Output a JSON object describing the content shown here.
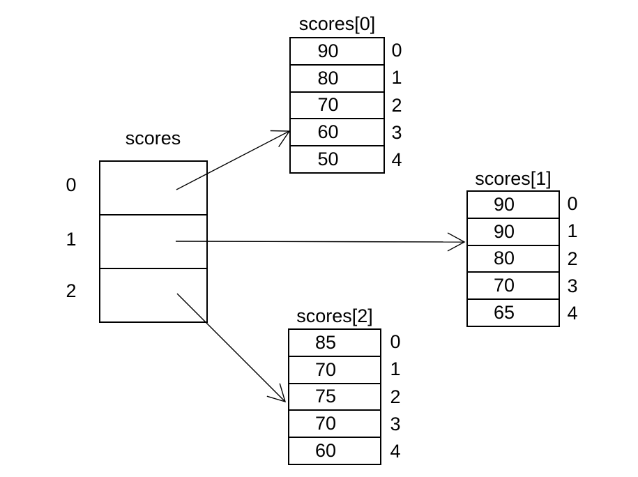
{
  "diagram": {
    "main_array": {
      "title": "scores",
      "indices": [
        "0",
        "1",
        "2"
      ]
    },
    "tables": [
      {
        "title": "scores[0]",
        "values": [
          "90",
          "80",
          "70",
          "60",
          "50"
        ],
        "indices": [
          "0",
          "1",
          "2",
          "3",
          "4"
        ]
      },
      {
        "title": "scores[1]",
        "values": [
          "90",
          "90",
          "80",
          "70",
          "65"
        ],
        "indices": [
          "0",
          "1",
          "2",
          "3",
          "4"
        ]
      },
      {
        "title": "scores[2]",
        "values": [
          "85",
          "70",
          "75",
          "70",
          "60"
        ],
        "indices": [
          "0",
          "1",
          "2",
          "3",
          "4"
        ]
      }
    ],
    "colors": {
      "line": "#000000",
      "background": "#ffffff"
    }
  }
}
